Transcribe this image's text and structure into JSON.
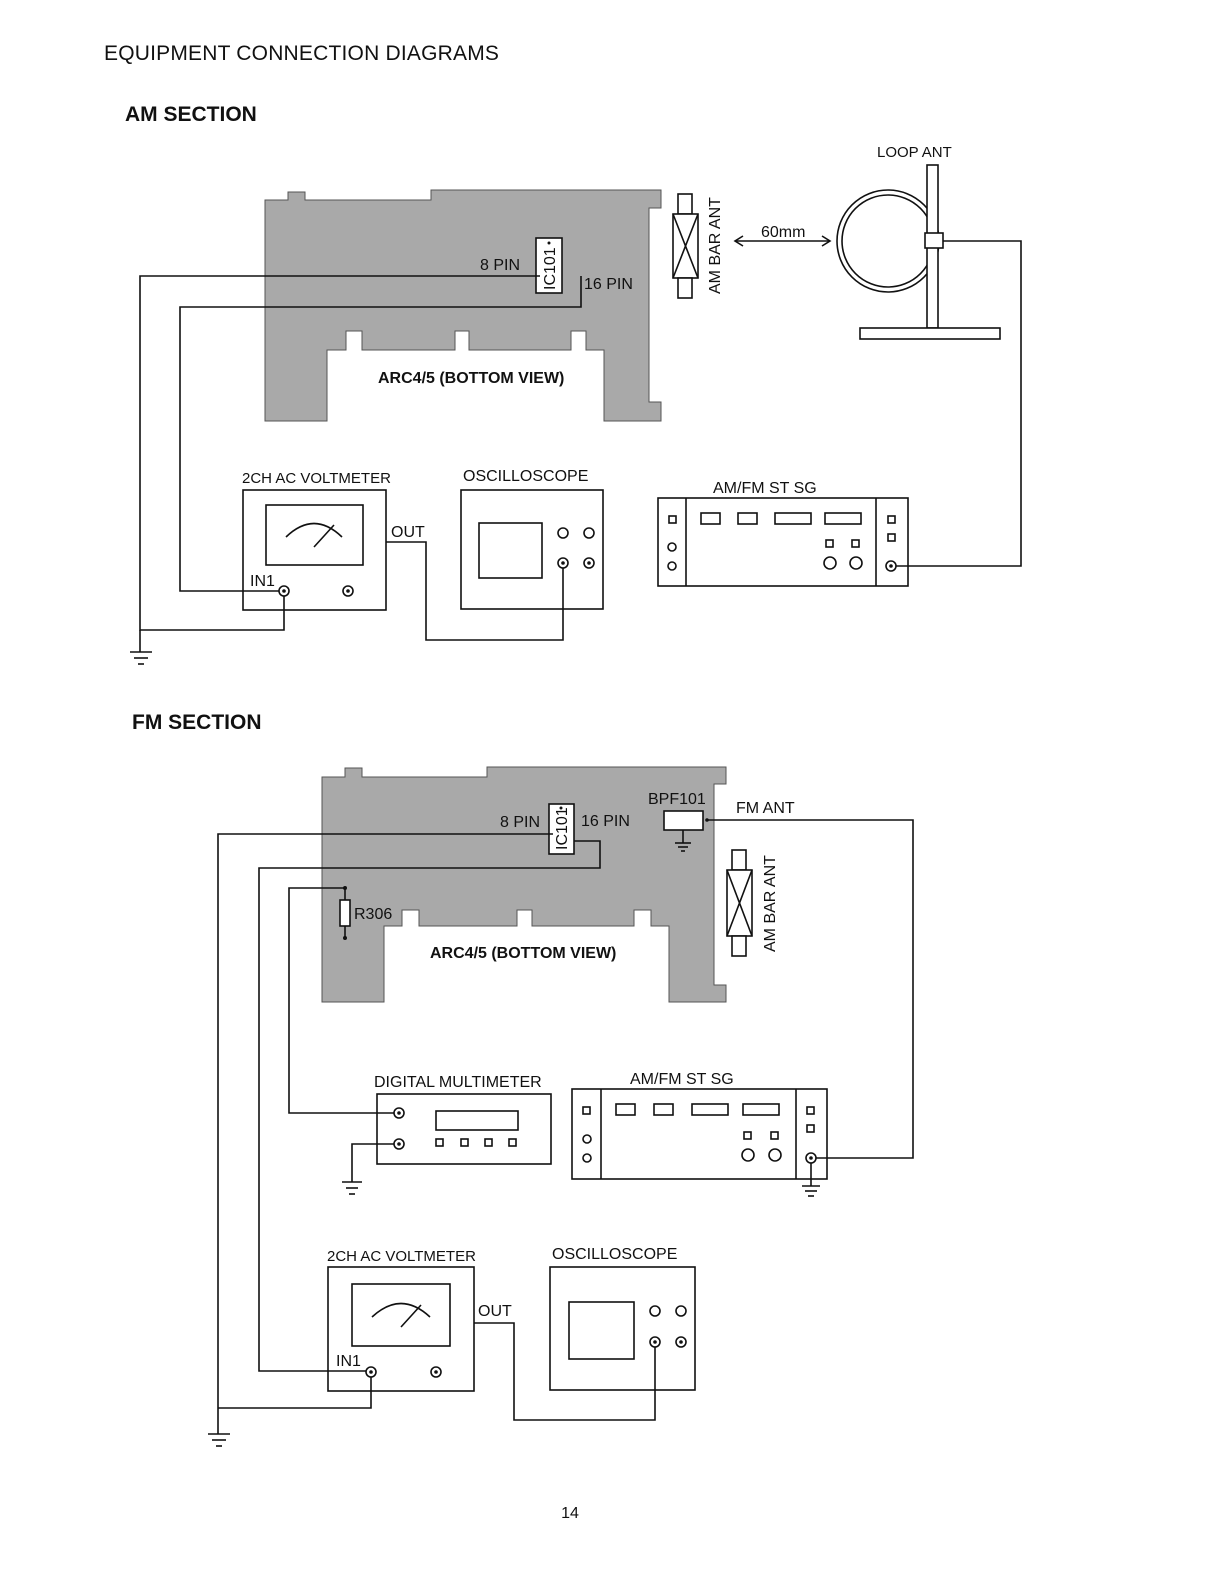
{
  "page": {
    "title": "EQUIPMENT CONNECTION DIAGRAMS",
    "number": "14"
  },
  "am_section": {
    "title": "AM SECTION",
    "board": "ARC4/5 (BOTTOM VIEW)",
    "ic": "IC101",
    "pin_a": "8 PIN",
    "pin_b": "16 PIN",
    "bar_antenna": "AM BAR ANT",
    "distance": "60mm",
    "loop_antenna": "LOOP ANT",
    "voltmeter": "2CH AC VOLTMETER",
    "voltmeter_in": "IN1",
    "voltmeter_out": "OUT",
    "oscilloscope": "OSCILLOSCOPE",
    "signal_generator": "AM/FM ST SG"
  },
  "fm_section": {
    "title": "FM SECTION",
    "board": "ARC4/5 (BOTTOM VIEW)",
    "ic": "IC101",
    "pin_a": "8 PIN",
    "pin_b": "16 PIN",
    "filter": "BPF101",
    "fm_antenna": "FM ANT",
    "bar_antenna": "AM BAR ANT",
    "resistor": "R306",
    "multimeter": "DIGITAL MULTIMETER",
    "signal_generator": "AM/FM ST SG",
    "voltmeter": "2CH AC VOLTMETER",
    "voltmeter_in": "IN1",
    "voltmeter_out": "OUT",
    "oscilloscope": "OSCILLOSCOPE"
  }
}
